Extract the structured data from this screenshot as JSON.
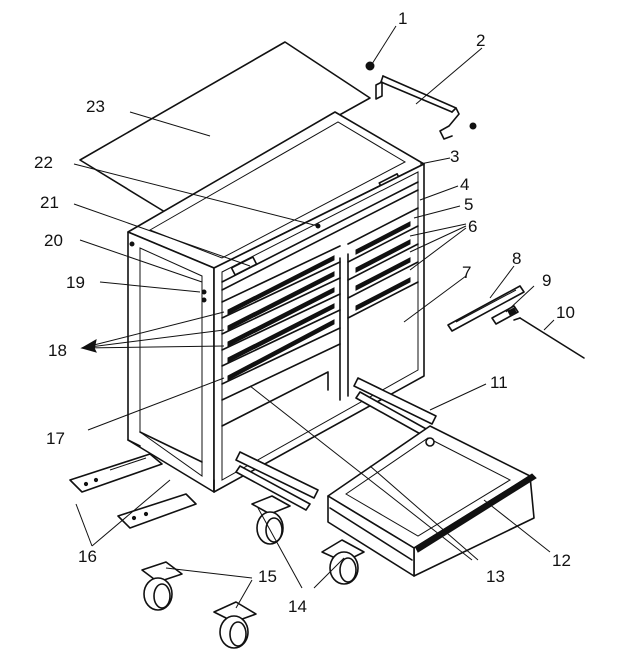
{
  "parts": [
    {
      "id": "part-1",
      "label": "1"
    },
    {
      "id": "part-2",
      "label": "2"
    },
    {
      "id": "part-3",
      "label": "3"
    },
    {
      "id": "part-4",
      "label": "4"
    },
    {
      "id": "part-5",
      "label": "5"
    },
    {
      "id": "part-6",
      "label": "6"
    },
    {
      "id": "part-7",
      "label": "7"
    },
    {
      "id": "part-8",
      "label": "8"
    },
    {
      "id": "part-9",
      "label": "9"
    },
    {
      "id": "part-10",
      "label": "10"
    },
    {
      "id": "part-12",
      "label": "12"
    },
    {
      "id": "part-11",
      "label": "11"
    },
    {
      "id": "part-13",
      "label": "13"
    },
    {
      "id": "part-14",
      "label": "14"
    },
    {
      "id": "part-15",
      "label": "15"
    },
    {
      "id": "part-16",
      "label": "16"
    },
    {
      "id": "part-17",
      "label": "17"
    },
    {
      "id": "part-18",
      "label": "18"
    },
    {
      "id": "part-19",
      "label": "19"
    },
    {
      "id": "part-20",
      "label": "20"
    },
    {
      "id": "part-21",
      "label": "21"
    },
    {
      "id": "part-22",
      "label": "22"
    },
    {
      "id": "part-23",
      "label": "23"
    }
  ],
  "colors": {
    "line": "#111111",
    "background": "#ffffff",
    "shade": "#d9d9d9"
  }
}
